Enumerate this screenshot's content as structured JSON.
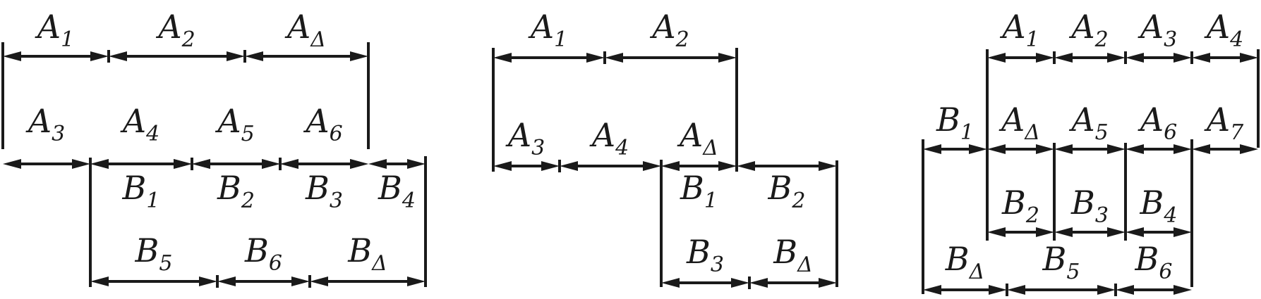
{
  "diagrams": [
    {
      "labels_top": [
        {
          "base": "A",
          "sub": "1"
        },
        {
          "base": "A",
          "sub": "2"
        },
        {
          "base": "A",
          "sub": "Δ"
        }
      ],
      "labels_mid": [
        {
          "base": "A",
          "sub": "3"
        },
        {
          "base": "A",
          "sub": "4"
        },
        {
          "base": "A",
          "sub": "5"
        },
        {
          "base": "A",
          "sub": "6"
        }
      ],
      "labels_b": [
        {
          "base": "B",
          "sub": "1"
        },
        {
          "base": "B",
          "sub": "2"
        },
        {
          "base": "B",
          "sub": "3"
        },
        {
          "base": "B",
          "sub": "4"
        }
      ],
      "labels_bottom": [
        {
          "base": "B",
          "sub": "5"
        },
        {
          "base": "B",
          "sub": "6"
        },
        {
          "base": "B",
          "sub": "Δ"
        }
      ]
    },
    {
      "labels_top": [
        {
          "base": "A",
          "sub": "1"
        },
        {
          "base": "A",
          "sub": "2"
        }
      ],
      "labels_mid": [
        {
          "base": "A",
          "sub": "3"
        },
        {
          "base": "A",
          "sub": "4"
        },
        {
          "base": "A",
          "sub": "Δ"
        }
      ],
      "labels_b": [
        {
          "base": "B",
          "sub": "1"
        },
        {
          "base": "B",
          "sub": "2"
        }
      ],
      "labels_bottom": [
        {
          "base": "B",
          "sub": "3"
        },
        {
          "base": "B",
          "sub": "Δ"
        }
      ]
    },
    {
      "labels_top": [
        {
          "base": "A",
          "sub": "1"
        },
        {
          "base": "A",
          "sub": "2"
        },
        {
          "base": "A",
          "sub": "3"
        },
        {
          "base": "A",
          "sub": "4"
        }
      ],
      "labels_mid": [
        {
          "base": "B",
          "sub": "1"
        },
        {
          "base": "A",
          "sub": "Δ"
        },
        {
          "base": "A",
          "sub": "5"
        },
        {
          "base": "A",
          "sub": "6"
        },
        {
          "base": "A",
          "sub": "7"
        }
      ],
      "labels_b": [
        {
          "base": "B",
          "sub": "2"
        },
        {
          "base": "B",
          "sub": "3"
        },
        {
          "base": "B",
          "sub": "4"
        }
      ],
      "labels_bottom": [
        {
          "base": "B",
          "sub": "Δ"
        },
        {
          "base": "B",
          "sub": "5"
        },
        {
          "base": "B",
          "sub": "6"
        }
      ]
    }
  ]
}
